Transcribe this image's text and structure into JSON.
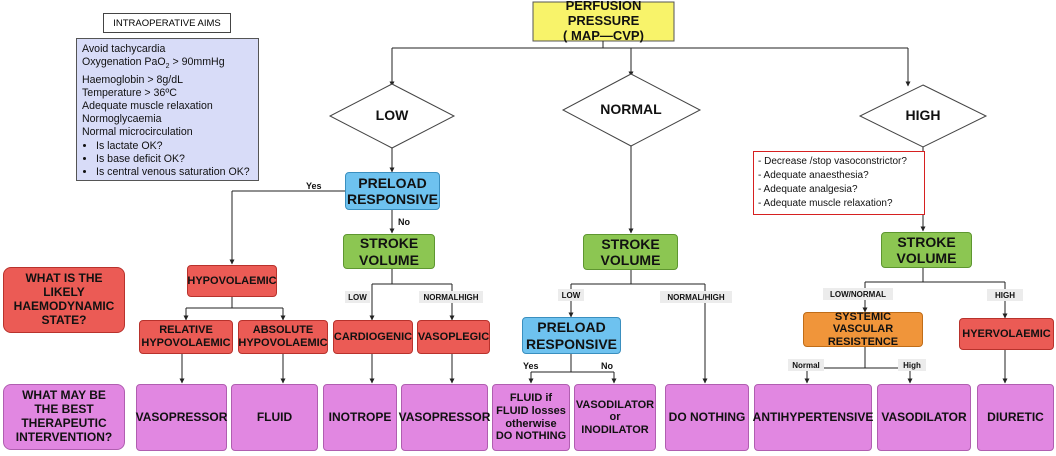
{
  "top": {
    "line1": "PERFUSION PRESSURE",
    "line2": "( MAP—CVP)"
  },
  "decisions": {
    "low": "LOW",
    "normal": "NORMAL",
    "high": "HIGH"
  },
  "aims": {
    "title": "INTRAOPERATIVE AIMS",
    "items": [
      "Avoid tachycardia",
      "Oxygenation PaO₂ > 90mmHg",
      "Haemoglobin  > 8g/dL",
      "Temperature > 36ºC",
      "Adequate muscle relaxation",
      "Normoglycaemia",
      "Normal microcirculation"
    ],
    "bullets": [
      "Is lactate OK?",
      "Is base deficit OK?",
      "Is central venous saturation OK?"
    ]
  },
  "checks": [
    "- Decrease /stop vasoconstrictor?",
    "- Adequate anaesthesia?",
    "- Adequate analgesia?",
    "- Adequate muscle relaxation?"
  ],
  "row_labels": {
    "state": [
      "WHAT IS THE",
      "LIKELY",
      "HAEMODYNAMIC",
      "STATE?"
    ],
    "intervention": [
      "WHAT MAY BE",
      "THE BEST",
      "THERAPEUTIC",
      "INTERVENTION?"
    ]
  },
  "nodes": {
    "preload1": [
      "PRELOAD",
      "RESPONSIVE"
    ],
    "sv_low": [
      "STROKE",
      "VOLUME"
    ],
    "sv_normal": [
      "STROKE",
      "VOLUME"
    ],
    "sv_high": [
      "STROKE",
      "VOLUME"
    ],
    "hypovolaemic": "HYPOVOLAEMIC",
    "relative": [
      "RELATIVE",
      "HYPOVOLAEMIC"
    ],
    "absolute": [
      "ABSOLUTE",
      "HYPOVOLAEMIC"
    ],
    "cardiogenic": "CARDIOGENIC",
    "vasoplegic": "VASOPLEGIC",
    "preload2": [
      "PRELOAD",
      "RESPONSIVE"
    ],
    "svr": [
      "SYSTEMIC VASCULAR",
      "RESISTENCE"
    ],
    "hyervolaemic": "HYERVOLAEMIC"
  },
  "edge_labels": {
    "yes1": "Yes",
    "no1": "No",
    "low_tag": "LOW",
    "normalhigh_tag": "NORMALHIGH",
    "low_tag2": "LOW",
    "normalhigh_tag2": "NORMAL/HIGH",
    "lownormal_tag": "LOW/NORMAL",
    "high_tag": "HIGH",
    "yes2": "Yes",
    "no2": "No",
    "normal_small": "Normal",
    "high_small": "High"
  },
  "interventions": {
    "vasopressor1": "VASOPRESSOR",
    "fluid": "FLUID",
    "inotrope": "INOTROPE",
    "vasopressor2": "VASOPRESSOR",
    "fluid_if": [
      "FLUID if",
      "FLUID losses",
      "otherwise",
      "DO NOTHING"
    ],
    "vasodilator_or": [
      "VASODILATOR",
      "or",
      "INODILATOR"
    ],
    "do_nothing": "DO NOTHING",
    "antihypertensive": "ANTIHYPERTENSIVE",
    "vasodilator": "VASODILATOR",
    "diuretic": "DIURETIC"
  },
  "colors": {
    "top": "#f8f36a",
    "blue": "#6ec2ef",
    "green": "#8cc652",
    "red": "#eb5b55",
    "orange": "#f0953a",
    "pink": "#e187e1",
    "aims_bg": "#d8dcf8",
    "check_border": "#d62020"
  }
}
